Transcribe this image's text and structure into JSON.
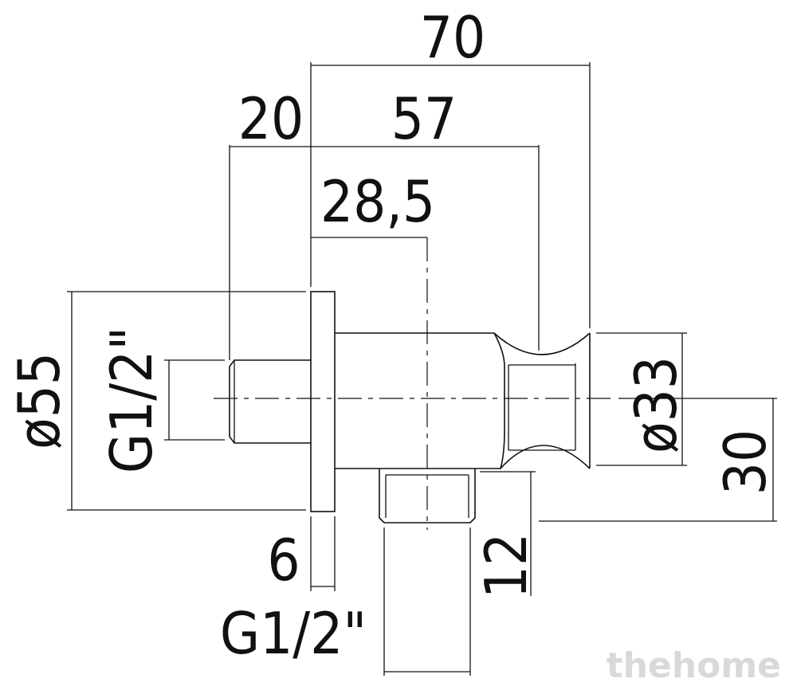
{
  "dimensions": {
    "overall_length": "70",
    "back_to_flange": "20",
    "flange_to_holder": "57",
    "flange_to_outlet_axis": "28,5",
    "flange_thickness": "6",
    "flange_diameter": "ø55",
    "holder_diameter": "ø33",
    "outlet_offset": "30",
    "outlet_length": "12"
  },
  "threads": {
    "inlet_thread": "G1/2\"",
    "outlet_thread": "G1/2\""
  },
  "watermark": "thehome",
  "colors": {
    "line": "#111111",
    "background": "#ffffff",
    "watermark": "#d9d9d9"
  }
}
